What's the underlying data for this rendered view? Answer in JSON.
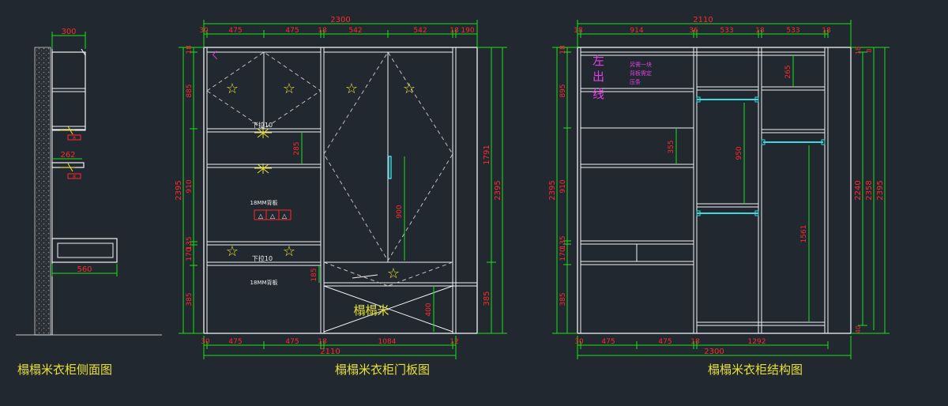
{
  "captions": {
    "side_view": "榻榻米衣柜侧面图",
    "door_view": "榻榻米衣柜门板图",
    "structure_view": "榻榻米衣柜结构图"
  },
  "side": {
    "dim_top": "300",
    "dim_mid": "262",
    "dim_bottom": "560",
    "small_a": "8",
    "small_b": "8"
  },
  "door": {
    "top_total": "2300",
    "top_segments": [
      "30",
      "475",
      "475",
      "18",
      "542",
      "542",
      "18",
      "190"
    ],
    "bottom_total": "2110",
    "bottom_segments": [
      "30",
      "475",
      "475",
      "18",
      "1084",
      "12"
    ],
    "left_total": "2395",
    "left_segments": [
      "18",
      "885",
      "910",
      "135",
      "170",
      "385"
    ],
    "right_total": "2395",
    "right_segment_a": "1791",
    "right_segment_b": "385",
    "inner_dims": [
      "285",
      "900",
      "185",
      "400"
    ],
    "labels": {
      "draw1": "下拉10",
      "draw2": "下拉10",
      "back1": "18MM背板",
      "back2": "18MM背板",
      "tatami": "榻榻米"
    }
  },
  "structure": {
    "top_total": "2110",
    "top_segments": [
      "18",
      "914",
      "36",
      "533",
      "18",
      "533",
      "18"
    ],
    "bottom_total": "2300",
    "bottom_segments": [
      "30",
      "475",
      "475",
      "18",
      "1292"
    ],
    "left_total": "2395",
    "left_segments": [
      "18",
      "895",
      "910",
      "135",
      "170",
      "385"
    ],
    "right_totals": [
      "2395",
      "2358",
      "2240"
    ],
    "right_small": [
      "18",
      "8",
      "40"
    ],
    "inner_dims": [
      "355",
      "950",
      "265",
      "1561"
    ],
    "note_vertical": "左出线",
    "note_lines": [
      "另需一块",
      "背板需定",
      "压条"
    ]
  },
  "colors": {
    "background": "#212830",
    "line": "#f2f2f2",
    "dim_green": "#16e316",
    "dim_red": "#ff2a2a",
    "caption": "#e8e034",
    "star": "#e8e034",
    "magenta": "#e43ee4",
    "cyan": "#3fd8e0",
    "dash": "#bfbfbf"
  }
}
